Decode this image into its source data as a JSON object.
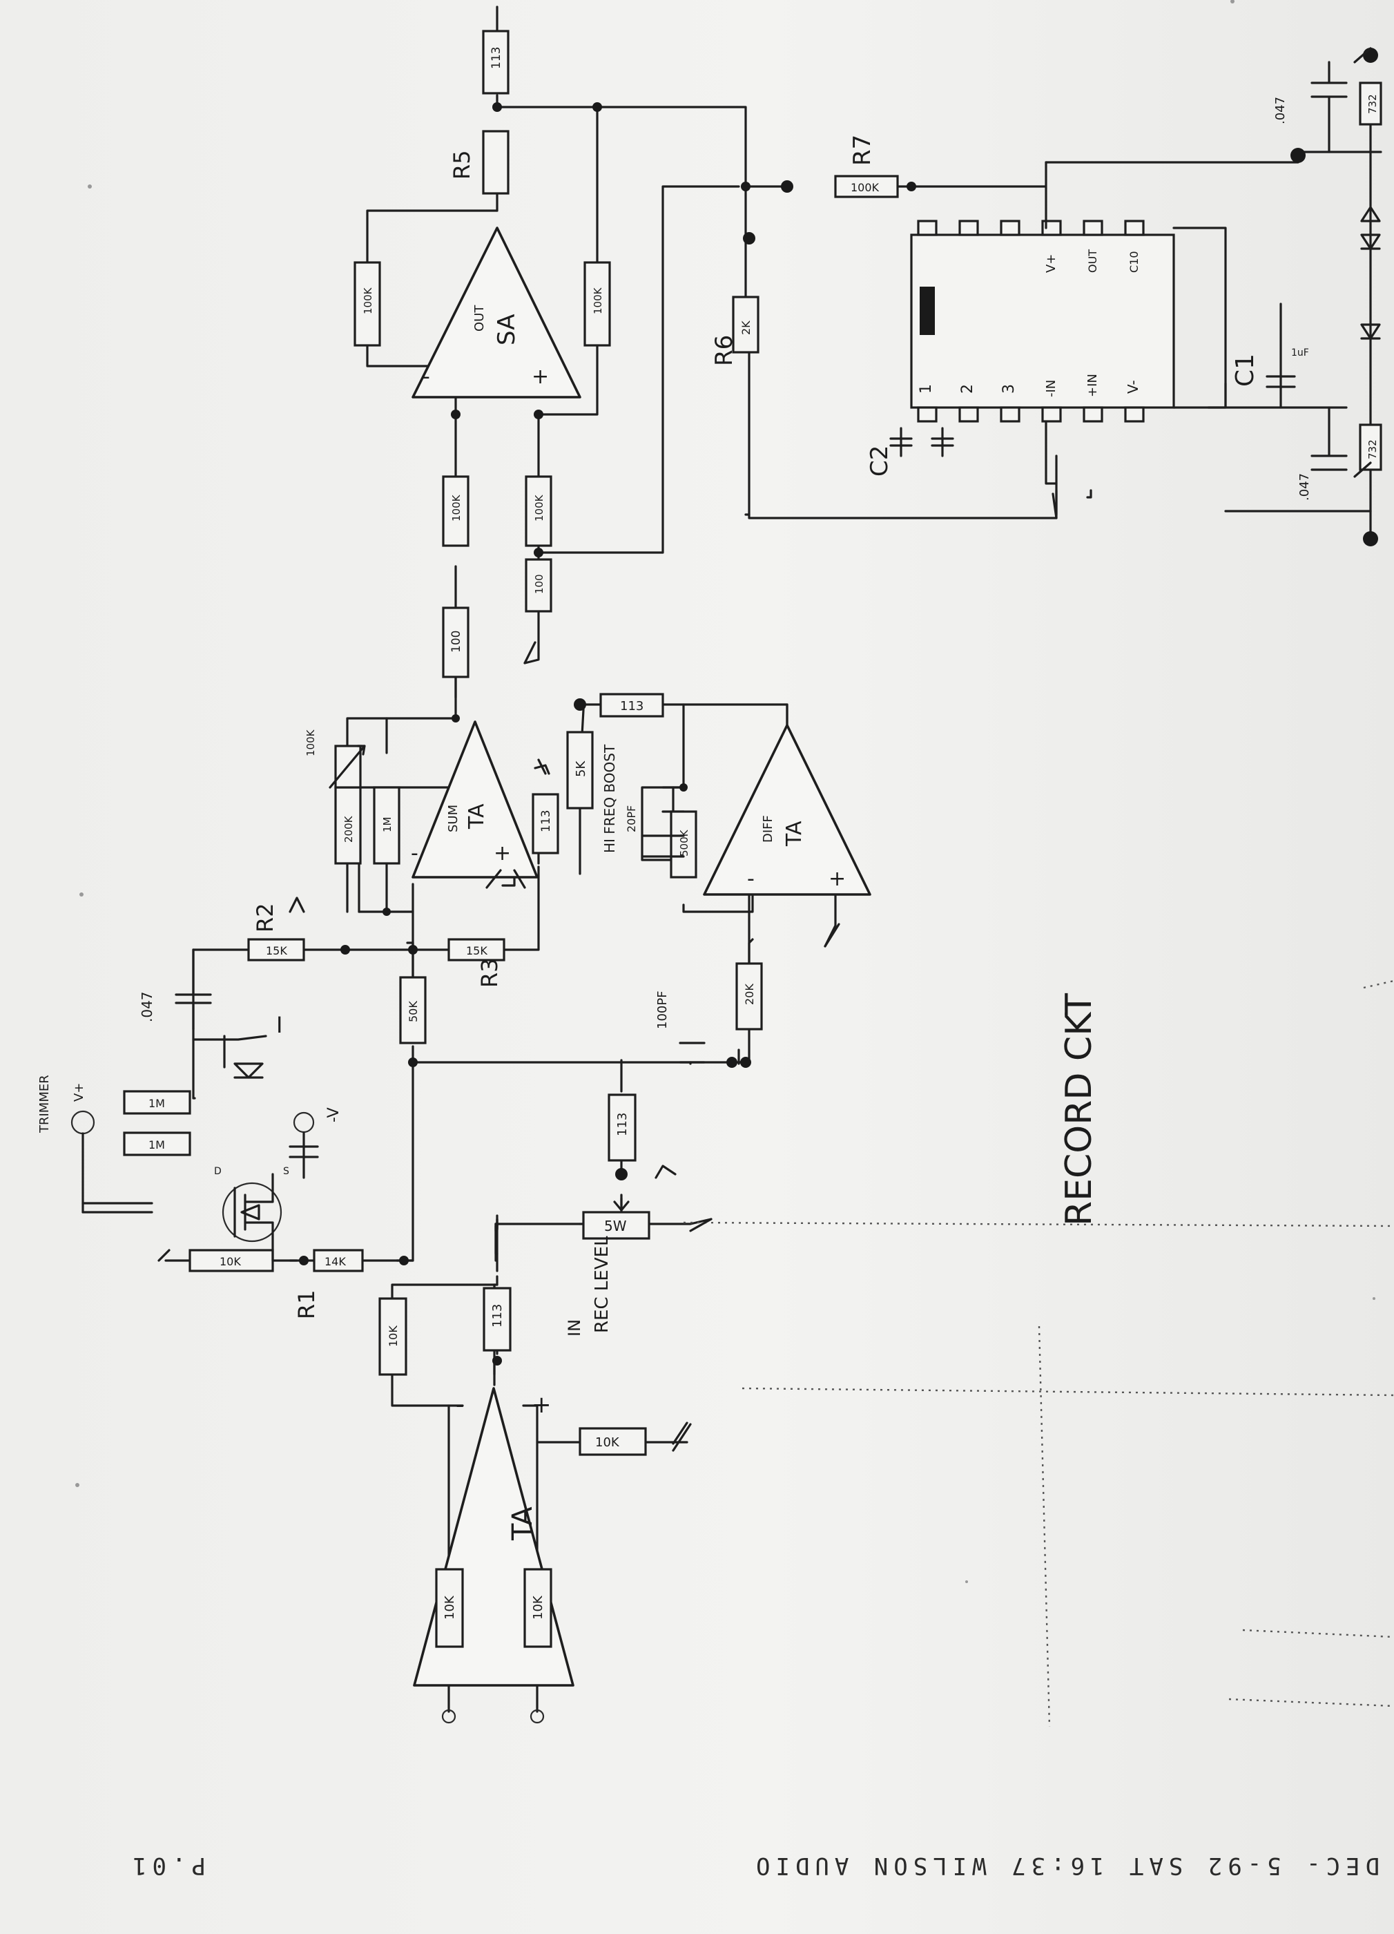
{
  "fax_header": "DEC- 5-92 SAT 16:37 WILSON AUDIO",
  "page_number": "P.01",
  "title": "RECORD CKT",
  "opamps": {
    "input_amp": {
      "name": "TA",
      "minus": "-",
      "plus": "+",
      "in_label": "IN"
    },
    "sum_amp": {
      "name": "TA",
      "sub": "SUM",
      "minus": "-",
      "plus": "+"
    },
    "out_amp": {
      "name": "SA",
      "sub": "OUT",
      "minus": "-",
      "plus": "+"
    },
    "diff_amp": {
      "name": "TA",
      "sub": "DIFF",
      "minus": "-",
      "plus": "+"
    }
  },
  "resistors": {
    "in_minus": "10K",
    "in_plus": "10K",
    "in_gnd": "10K",
    "in_fb": "10K",
    "ta_out": "113",
    "rec_level_pot": "5W",
    "rec_113": "113",
    "fet_r1": "1M",
    "fet_r2": "1M",
    "r1": "14K",
    "fet_10k": "10K",
    "sum_50k": "50K",
    "r2": "15K",
    "r3": "15K",
    "fb_200k": "200K",
    "fb_1m": "1M",
    "fb_100k": "100K",
    "sum_113": "113",
    "hf_5k": "5K",
    "diff_113": "113",
    "diff_500k": "500K",
    "diff_20k": "20K",
    "sa_100_a": "100",
    "sa_minus": "100K",
    "sa_plus": "100K",
    "sa_100_b": "100",
    "sa_fb_top": "100K",
    "sa_fb_bot": "100K",
    "r5": "113",
    "r6": "2K",
    "r7": "100K"
  },
  "capacitors": {
    "c_047": ".047",
    "c_fet": "",
    "c_100pf": "100PF",
    "c_20pf": "20PF",
    "c1": "1uF",
    "c2": "",
    "c_047b": ".047",
    "c_047c": ".047"
  },
  "labels": {
    "r1_label": "R1",
    "r2_label": "R2",
    "r3_label": "R3",
    "r5_label": "R5",
    "r6_label": "R6",
    "r7_label": "R7",
    "c1_label": "C1",
    "c2_label": "C2",
    "rec_level": "REC LEVEL",
    "hf_boost": "HI FREQ BOOST",
    "trimmer": "TRIMMER",
    "pot_100k": "100K",
    "v_plus": "V+",
    "current_i": "I",
    "v_minus_node": "-V",
    "fet_d": "D",
    "fet_s": "S",
    "ic_pins_bottom": [
      "1",
      "2",
      "3",
      "-IN",
      "+IN",
      "V-"
    ],
    "ic_pins_top": [
      "V+",
      "OUT",
      "C10"
    ],
    "d732_a": "732",
    "d732_b": "732"
  }
}
